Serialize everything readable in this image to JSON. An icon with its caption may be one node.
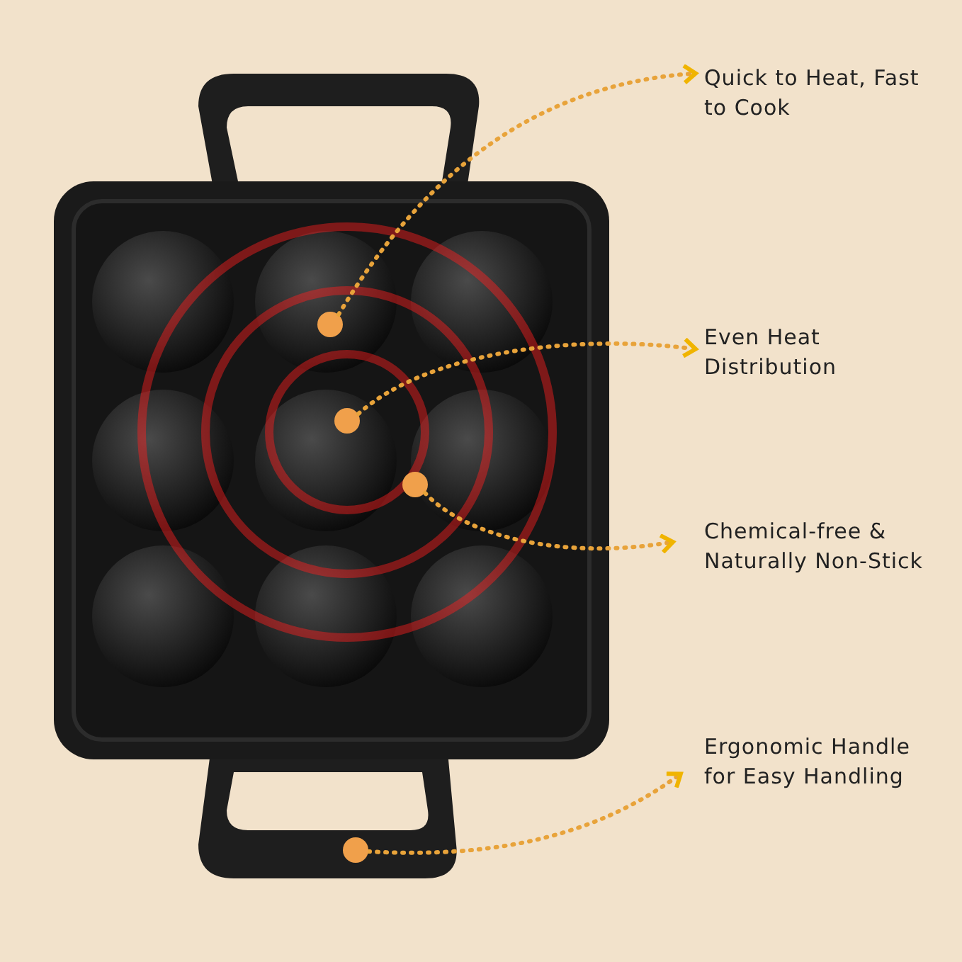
{
  "diagram": {
    "nodes": [
      {
        "text": [],
        "shape": "picture"
      },
      {
        "text": [
          "Quick to Heat, Fast to Cook"
        ]
      },
      {
        "text": [
          "Even Heat Distribution"
        ]
      },
      {
        "text": [
          "Chemical-free & Naturally Non-Stick"
        ]
      },
      {
        "text": [
          "Ergonomic Handle for Easy Handling"
        ]
      },
      {
        "text": [],
        "shape": "circle",
        "in": 0
      },
      {
        "text": [],
        "shape": "circle",
        "in": 0
      },
      {
        "text": [],
        "shape": "circle",
        "in": 0
      },
      {
        "text": [],
        "shape": "circle"
      }
    ],
    "edges": [
      {
        "from": 5,
        "to": 1,
        "arrow": "to",
        "style": "dashed"
      },
      {
        "from": 6,
        "to": 2,
        "arrow": "to",
        "style": "dashed"
      },
      {
        "from": 7,
        "to": 3,
        "arrow": "to",
        "style": "dashed"
      },
      {
        "from": 8,
        "to": 4,
        "arrow": "to",
        "style": "dashed"
      }
    ]
  }
}
